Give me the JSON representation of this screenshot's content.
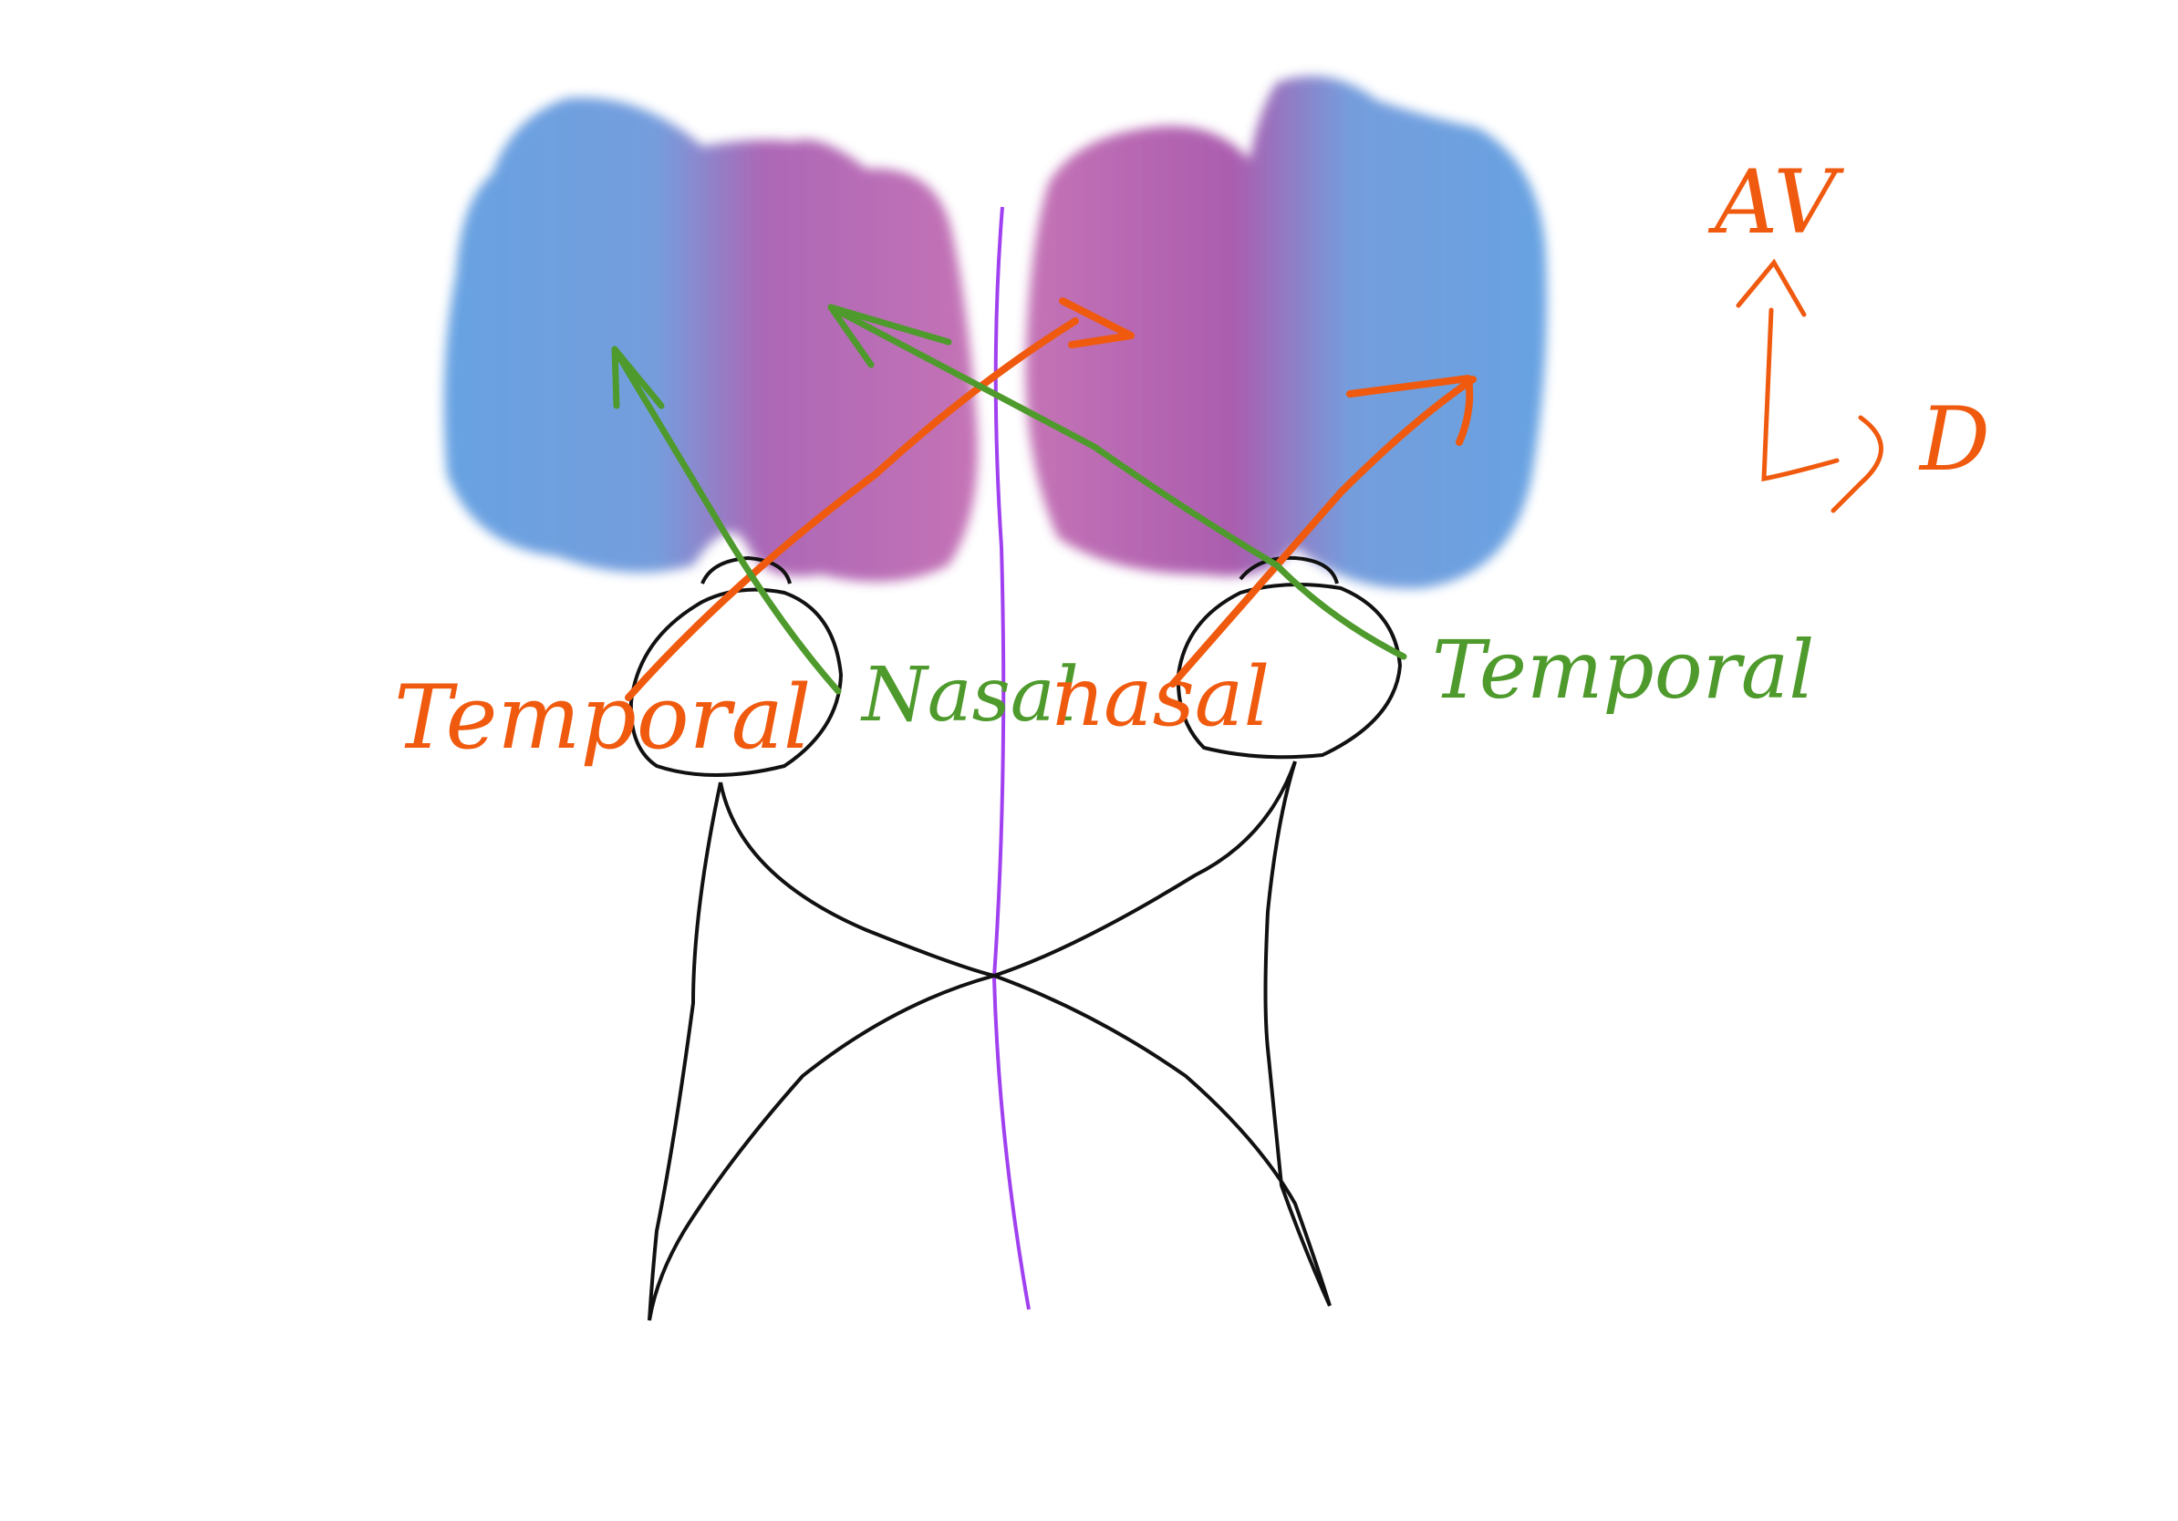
{
  "labels": {
    "left_temporal": "Temporal",
    "left_nasal": "Nasal",
    "right_nasal": "nasal",
    "right_temporal": "Temporal",
    "axis_av": "AV",
    "axis_d": "D"
  },
  "colors": {
    "orange": "#f05a0f",
    "green": "#4f9a2c",
    "blue": "#5b9be0",
    "magenta": "#b050a8",
    "midline": "#a040f0",
    "ink": "#111111"
  }
}
